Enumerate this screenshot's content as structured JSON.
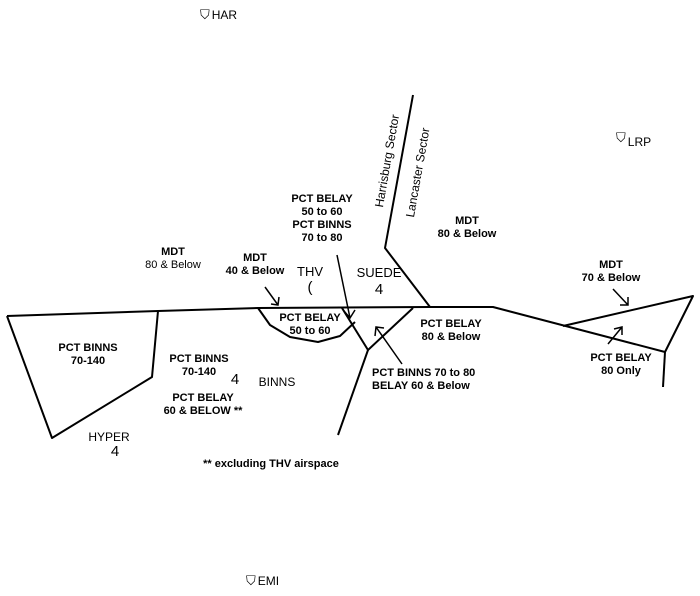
{
  "airports": [
    {
      "id": "har",
      "label": "HAR"
    },
    {
      "id": "lrp",
      "label": "LRP"
    },
    {
      "id": "emi",
      "label": "EMI"
    }
  ],
  "icons": {
    "airport": "airport-beacon-icon"
  },
  "sectors": {
    "harrisburg": "Harrisburg Sector",
    "lancaster": "Lancaster Sector"
  },
  "areas": {
    "mdt_west": {
      "line1": "MDT",
      "line2": "80 & Below"
    },
    "mdt_40": {
      "line1": "MDT",
      "line2": "40 & Below"
    },
    "thv": {
      "name": "THV",
      "symbol": "("
    },
    "belay_binns_top": {
      "line1": "PCT BELAY",
      "line2": "50 to 60",
      "line3": "PCT BINNS",
      "line4": "70 to 80"
    },
    "suede": {
      "name": "SUEDE",
      "number": "4"
    },
    "mdt_east": {
      "line1": "MDT",
      "line2": "80 & Below"
    },
    "mdt_70": {
      "line1": "MDT",
      "line2": "70 & Below"
    },
    "belay_50_60": {
      "line1": "PCT BELAY",
      "line2": "50 to 60"
    },
    "binns_70_140_west": {
      "line1": "PCT BINNS",
      "line2": "70-140"
    },
    "binns_70_140_mid": {
      "line1": "PCT BINNS",
      "line2": "70-140"
    },
    "binns": {
      "name": "BINNS",
      "number": "4"
    },
    "belay_60_below": {
      "line1": "PCT BELAY",
      "line2": "60 & BELOW **"
    },
    "belay_80_below": {
      "line1": "PCT BELAY",
      "line2": "80 & Below"
    },
    "binns_belay_mixed": {
      "line1": "PCT BINNS 70 to 80",
      "line2": "BELAY 60 & Below"
    },
    "belay_80_only": {
      "line1": "PCT BELAY",
      "line2": "80 Only"
    },
    "hyper": {
      "name": "HYPER",
      "number": "4"
    }
  },
  "footnote": "** excluding THV airspace"
}
